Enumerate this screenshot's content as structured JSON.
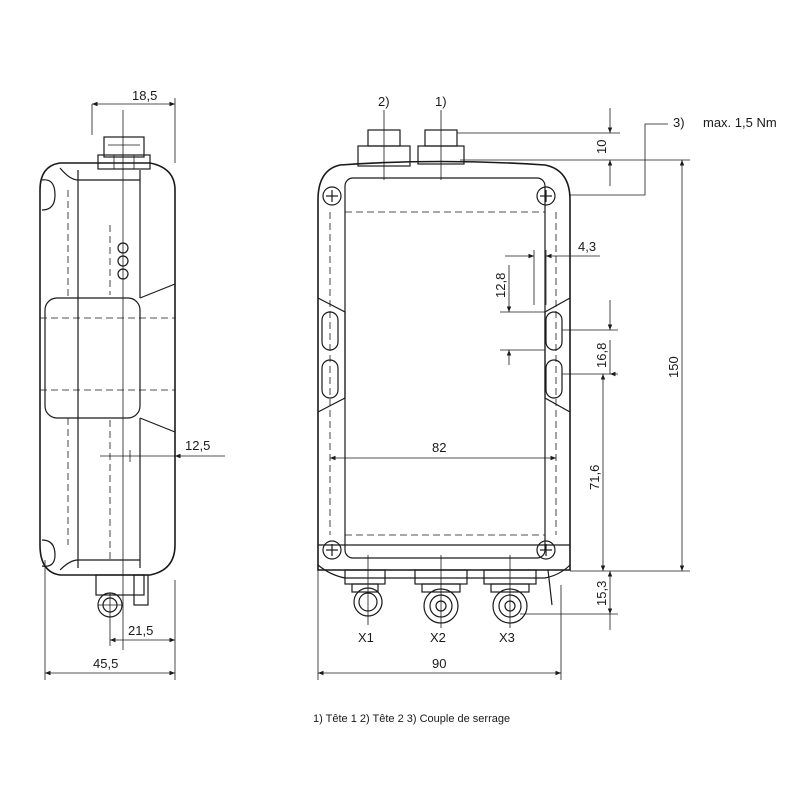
{
  "dimensions": {
    "d18_5": "18,5",
    "d12_5": "12,5",
    "d21_5": "21,5",
    "d45_5": "45,5",
    "d10": "10",
    "d4_3": "4,3",
    "d12_8": "12,8",
    "d16_8": "16,8",
    "d150": "150",
    "d82": "82",
    "d71_6": "71,6",
    "d15_3": "15,3",
    "d90": "90"
  },
  "callouts": {
    "c1": "1)",
    "c2": "2)",
    "c3": "3)",
    "torque": "max. 1,5 Nm"
  },
  "connectors": {
    "x1": "X1",
    "x2": "X2",
    "x3": "X3"
  },
  "legend": "1) Tête 1  2) Tête 2  3) Couple de serrage"
}
